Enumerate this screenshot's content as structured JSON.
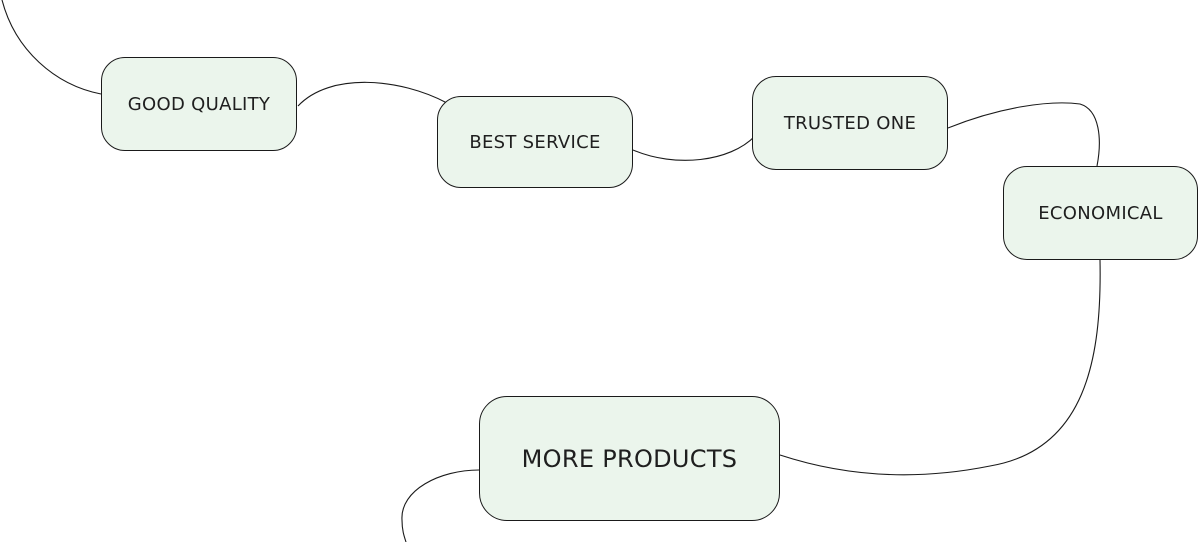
{
  "diagram": {
    "nodes": [
      {
        "id": "good_quality",
        "label": "GOOD QUALITY"
      },
      {
        "id": "best_service",
        "label": "BEST SERVICE"
      },
      {
        "id": "trusted_one",
        "label": "TRUSTED ONE"
      },
      {
        "id": "economical",
        "label": "ECONOMICAL"
      },
      {
        "id": "more_products",
        "label": "MORE PRODUCTS"
      }
    ],
    "edges": [
      {
        "from": "good_quality",
        "to": "best_service"
      },
      {
        "from": "best_service",
        "to": "trusted_one"
      },
      {
        "from": "trusted_one",
        "to": "economical"
      },
      {
        "from": "economical",
        "to": "more_products"
      }
    ],
    "colors": {
      "node_fill": "#ebf5ec",
      "node_border": "#1a1a1a",
      "connector": "#1a1a1a",
      "text": "#1f1f1f",
      "background": "#ffffff"
    }
  }
}
